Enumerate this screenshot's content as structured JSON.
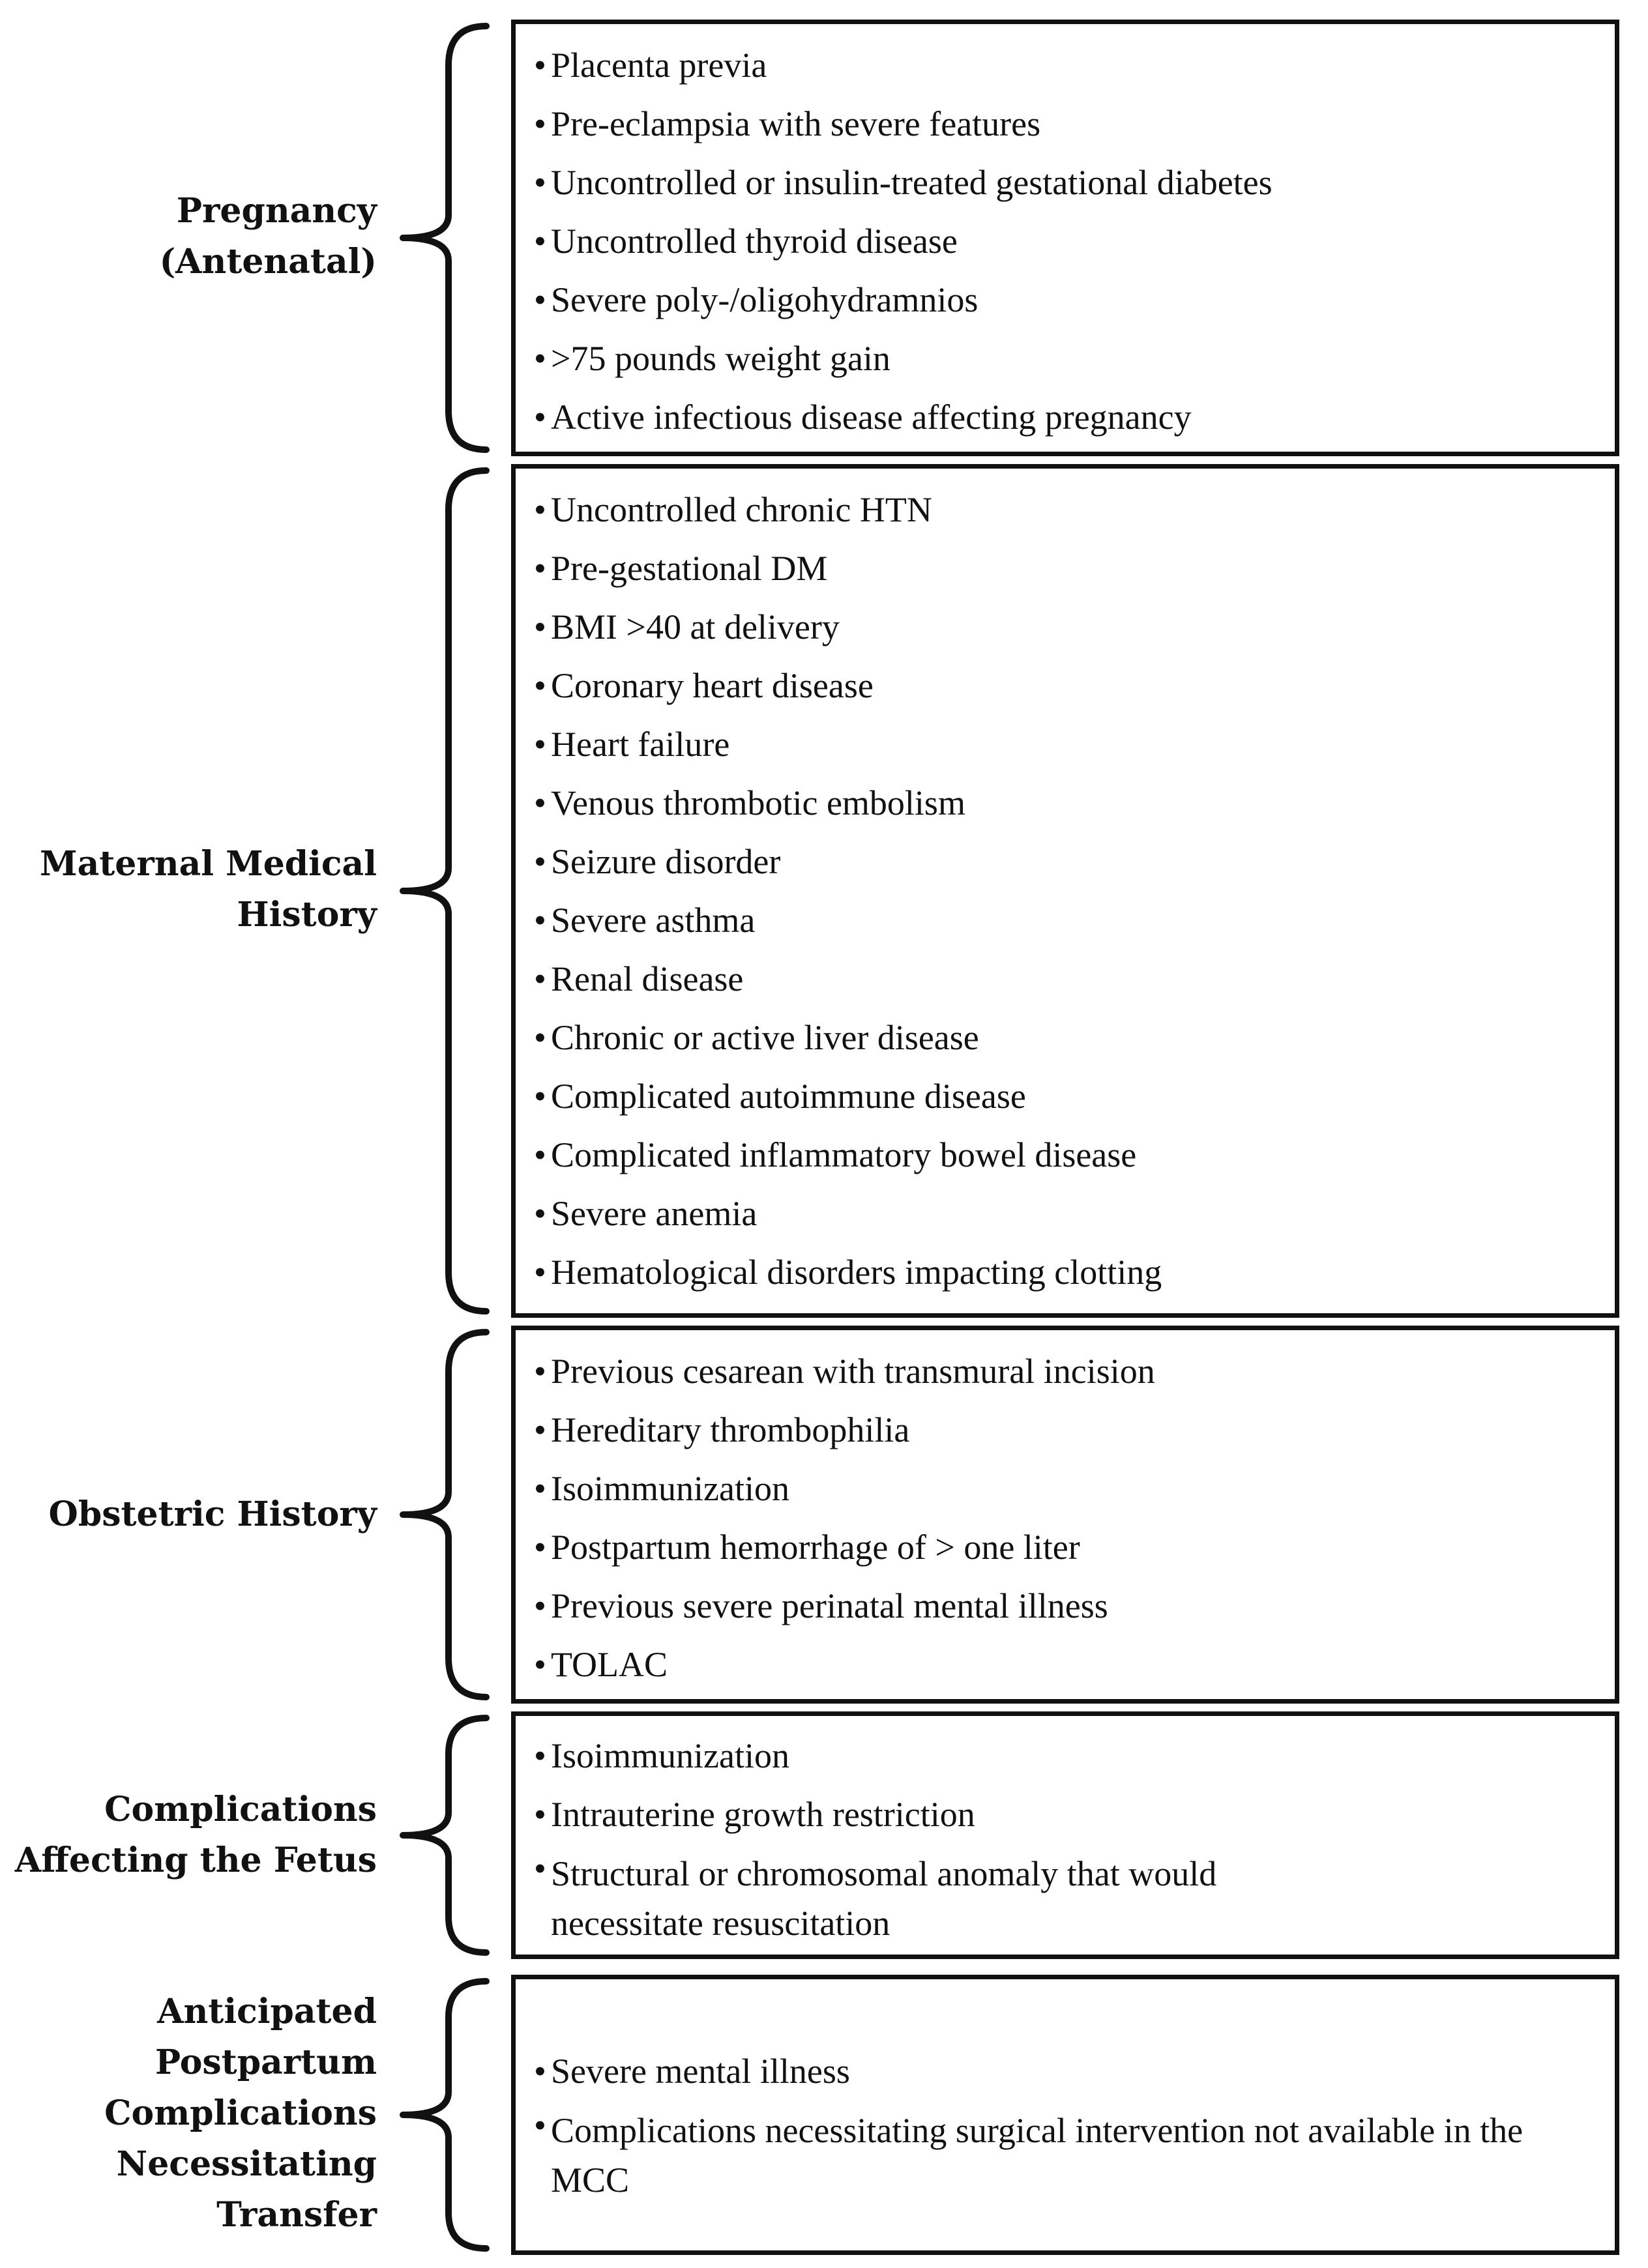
{
  "sections": [
    {
      "label_lines": [
        "Pregnancy",
        "(Antenatal)"
      ],
      "items": [
        "Placenta previa",
        "Pre-eclampsia with severe features",
        "Uncontrolled or insulin-treated gestational diabetes",
        "Uncontrolled thyroid disease",
        "Severe poly-/oligohydramnios",
        ">75 pounds weight gain",
        "Active infectious disease affecting pregnancy"
      ]
    },
    {
      "label_lines": [
        "Maternal Medical",
        "History"
      ],
      "items": [
        "Uncontrolled chronic HTN",
        "Pre-gestational DM",
        "BMI >40 at delivery",
        "Coronary heart disease",
        "Heart failure",
        "Venous thrombotic embolism",
        "Seizure disorder",
        "Severe asthma",
        "Renal disease",
        "Chronic or active liver disease",
        "Complicated autoimmune disease",
        "Complicated inflammatory bowel disease",
        "Severe anemia",
        "Hematological disorders impacting clotting"
      ]
    },
    {
      "label_lines": [
        "Obstetric History"
      ],
      "items": [
        "Previous cesarean with transmural incision",
        "Hereditary thrombophilia",
        "Isoimmunization",
        "Postpartum hemorrhage of > one liter",
        "Previous severe perinatal mental illness",
        "TOLAC"
      ]
    },
    {
      "label_lines": [
        "Complications",
        "Affecting the Fetus"
      ],
      "items": [
        "Isoimmunization",
        "Intrauterine growth restriction",
        "Structural or chromosomal anomaly that would necessitate resuscitation"
      ]
    },
    {
      "label_lines": [
        "Anticipated",
        "Postpartum",
        "Complications",
        "Necessitating",
        "Transfer"
      ],
      "items": [
        "Severe mental illness",
        "Complications necessitating surgical intervention not available in the MCC"
      ]
    }
  ]
}
